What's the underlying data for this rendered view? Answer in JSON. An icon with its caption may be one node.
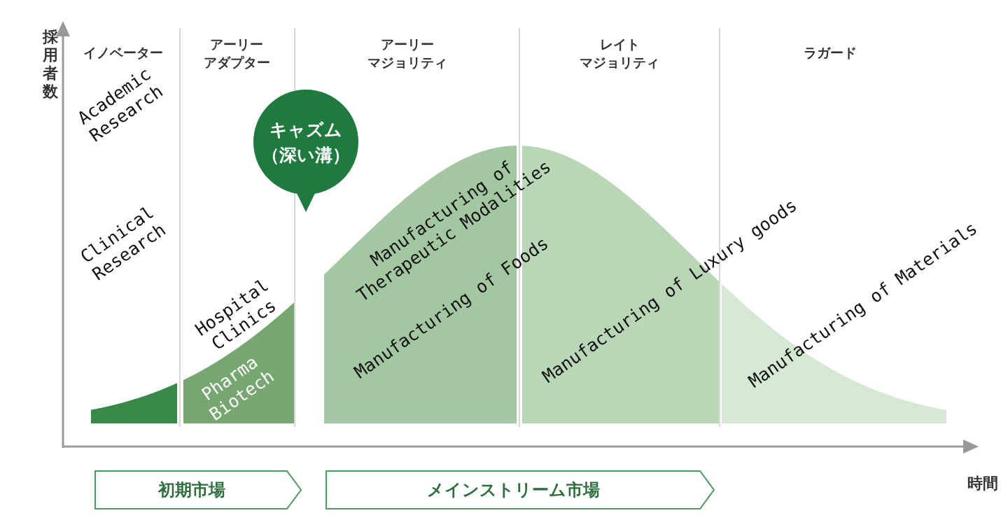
{
  "diagram": {
    "nodes": [
      {
        "text": [
          "キャズム（深い溝）"
        ]
      },
      {
        "text": [
          "初期市場"
        ]
      },
      {
        "text": [
          "メインストリーム市場"
        ]
      }
    ],
    "labels": [
      "採用者数",
      "イノベーター",
      "アーリーアダプター",
      "アーリーマジョリティ",
      "レイトマジョリティ",
      "ラガード",
      "Academic Research",
      "Clinical Research",
      "Hospital Clinics",
      "Pharma Biotech",
      "Manufacturing of Therapeutic Modalities",
      "Manufacturing of Foods",
      "Manufacturing of Luxury goods",
      "Manufacturing of Materials",
      "時間"
    ]
  }
}
